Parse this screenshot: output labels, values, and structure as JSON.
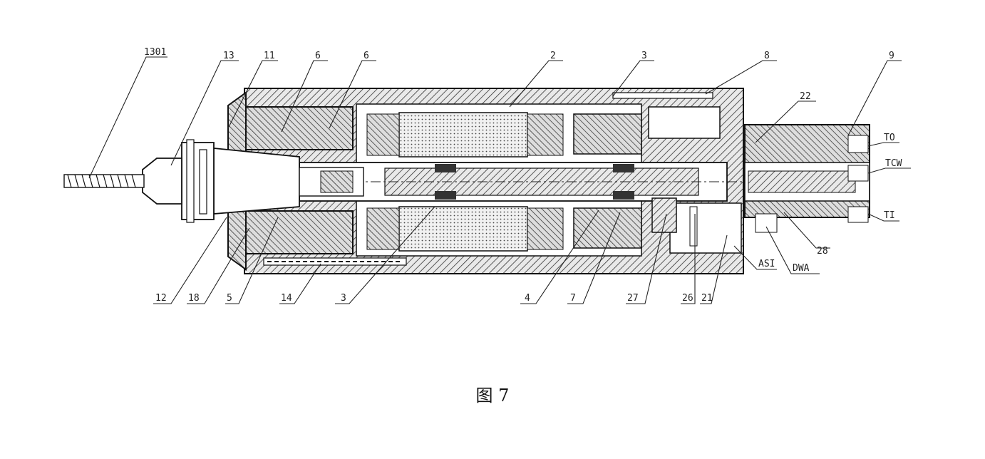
{
  "caption": "图 7",
  "labels": {
    "l1301": "1301",
    "l13": "13",
    "l11": "11",
    "l6a": "6",
    "l6b": "6",
    "l2": "2",
    "l3a": "3",
    "l8": "8",
    "l9": "9",
    "l22": "22",
    "lTO": "TO",
    "lTCW": "TCW",
    "lTI": "TI",
    "l12": "12",
    "l18": "18",
    "l5": "5",
    "l14": "14",
    "l3b": "3",
    "l4": "4",
    "l7": "7",
    "l27": "27",
    "l26": "26",
    "l21": "21",
    "lASI": "ASI",
    "lDWA": "DWA",
    "l28": "28"
  }
}
